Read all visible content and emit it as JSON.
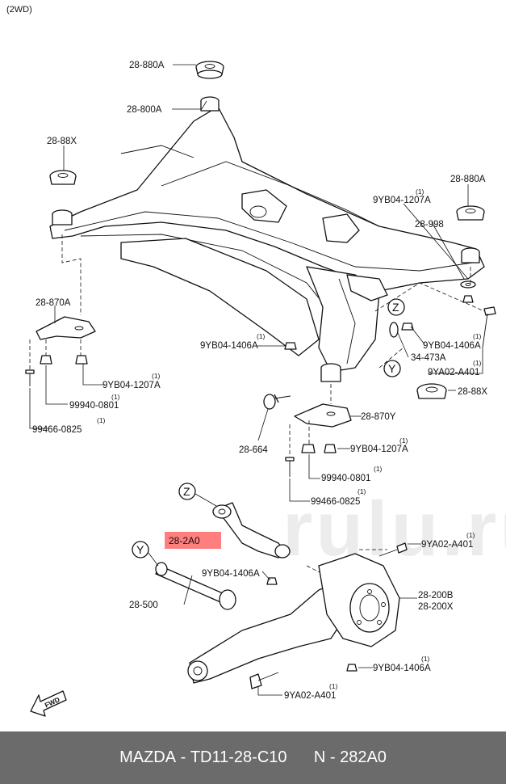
{
  "drive_label": "(2WD)",
  "watermark": "rulu.ru",
  "highlight_color": "#ff5a5a",
  "footer": {
    "maker": "MAZDA",
    "part_code": "TD11-28-C10",
    "separator": "N - 282A0"
  },
  "fwd_label": "FWD",
  "zone_markers": {
    "z": "Z",
    "y": "Y"
  },
  "labels": {
    "l01": "28-880A",
    "l02": "28-800A",
    "l03": "28-88X",
    "l04": "28-880A",
    "l05": "9YB04-1207A",
    "l06": "28-998",
    "l07": "28-870A",
    "l08": "9YB04-1406A",
    "l09": "9YB04-1406A",
    "l10": "34-473A",
    "l11": "9YA02-A401",
    "l12": "9YB04-1207A",
    "l13": "28-88X",
    "l14": "99940-0801",
    "l15": "99466-0825",
    "l16": "28-664",
    "l17": "28-870Y",
    "l18": "9YB04-1207A",
    "l19": "99940-0801",
    "l20": "99466-0825",
    "l21": "28-2A0",
    "l22": "9YA02-A401",
    "l23": "9YB04-1406A",
    "l24": "28-500",
    "l25": "28-200B",
    "l26": "28-200X",
    "l27": "9YB04-1406A",
    "l28": "9YA02-A401"
  },
  "qty": "(1)"
}
